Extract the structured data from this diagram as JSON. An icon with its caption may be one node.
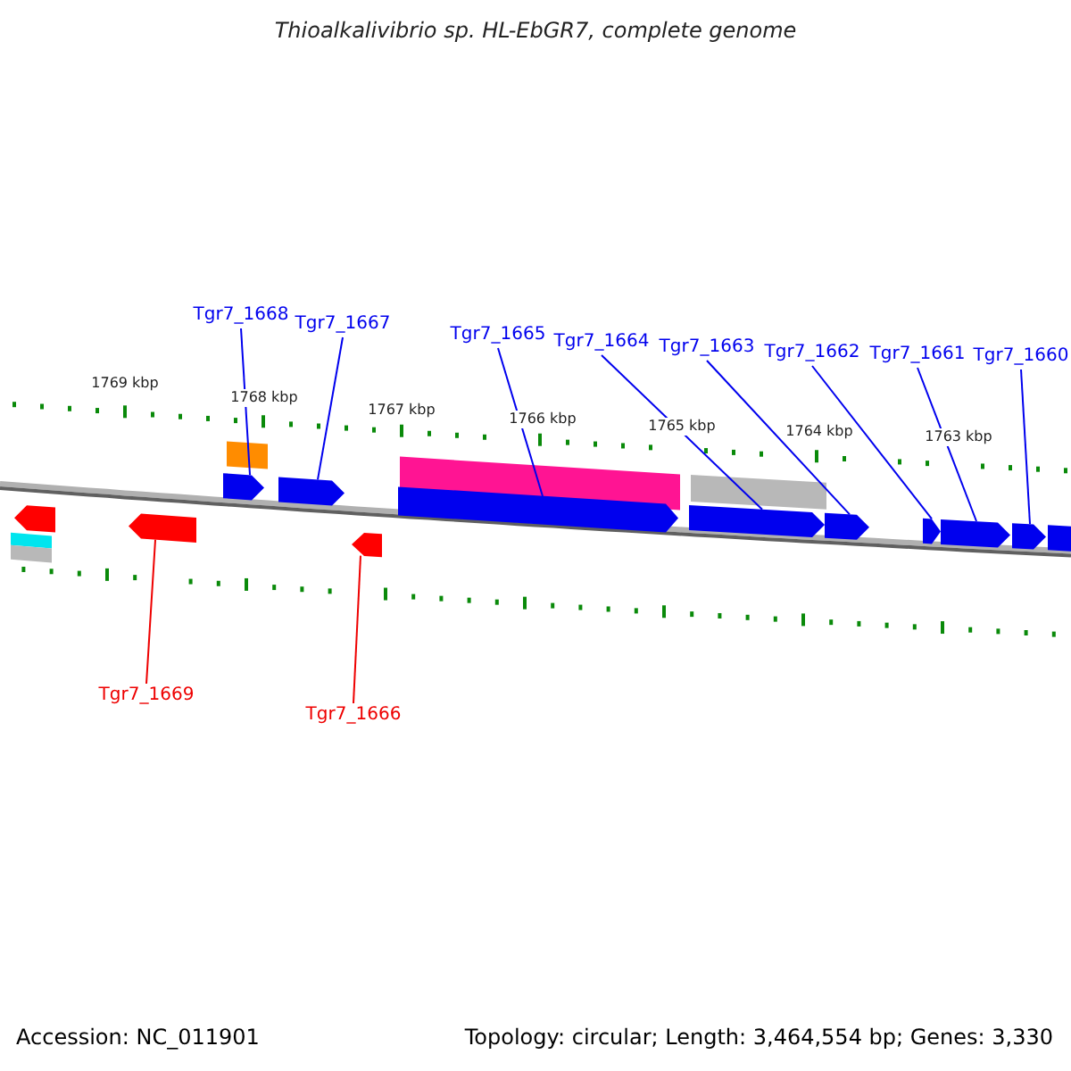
{
  "diagram": {
    "title": "Thioalkalivibrio sp. HL-EbGR7, complete genome",
    "nodes": [
      {
        "text": [
          "Tgr7_1668"
        ]
      },
      {
        "text": [
          "Tgr7_1667"
        ]
      },
      {
        "text": [
          "Tgr7_1665"
        ]
      },
      {
        "text": [
          "Tgr7_1664"
        ]
      },
      {
        "text": [
          "Tgr7_1663"
        ]
      },
      {
        "text": [
          "Tgr7_1662"
        ]
      },
      {
        "text": [
          "Tgr7_1661"
        ]
      },
      {
        "text": [
          "Tgr7_1660"
        ]
      },
      {
        "text": [
          "Tgr7_1669"
        ]
      },
      {
        "text": [
          "Tgr7_1666"
        ]
      },
      {
        "text": [],
        "shape": "arrow"
      },
      {
        "text": [],
        "shape": "bar"
      },
      {
        "text": [],
        "shape": "bar"
      },
      {
        "text": [],
        "shape": "arrow"
      },
      {
        "text": [],
        "shape": "bar"
      },
      {
        "text": [],
        "shape": "arrow"
      },
      {
        "text": [],
        "shape": "arrow"
      },
      {
        "text": [],
        "shape": "arrow"
      },
      {
        "text": [],
        "shape": "bar"
      },
      {
        "text": [],
        "shape": "arrow"
      },
      {
        "text": [],
        "shape": "bar"
      },
      {
        "text": [],
        "shape": "arrow"
      },
      {
        "text": [],
        "shape": "arrow"
      },
      {
        "text": [],
        "shape": "arrow"
      },
      {
        "text": [],
        "shape": "arrow"
      },
      {
        "text": [],
        "shape": "arrow"
      },
      {
        "text": [],
        "shape": "arrow"
      }
    ],
    "edges": [
      {
        "from": 0,
        "to": 15,
        "arrow": "none"
      },
      {
        "from": 1,
        "to": 16,
        "arrow": "none"
      },
      {
        "from": 2,
        "to": 19,
        "arrow": "none"
      },
      {
        "from": 3,
        "to": 21,
        "arrow": "none"
      },
      {
        "from": 4,
        "to": 22,
        "arrow": "none"
      },
      {
        "from": 5,
        "to": 23,
        "arrow": "none"
      },
      {
        "from": 6,
        "to": 24,
        "arrow": "none"
      },
      {
        "from": 7,
        "to": 25,
        "arrow": "none"
      },
      {
        "from": 8,
        "to": 13,
        "arrow": "none",
        "color": "#ee0000"
      },
      {
        "from": 9,
        "to": 17,
        "arrow": "none",
        "color": "#ee0000"
      }
    ],
    "labels": [
      "1769 kbp",
      "1768 kbp",
      "1767 kbp",
      "1766 kbp",
      "1765 kbp",
      "1764 kbp",
      "1763 kbp",
      "Accession: NC_011901",
      "Topology: circular; Length: 3,464,554 bp; Genes: 3,330"
    ]
  }
}
